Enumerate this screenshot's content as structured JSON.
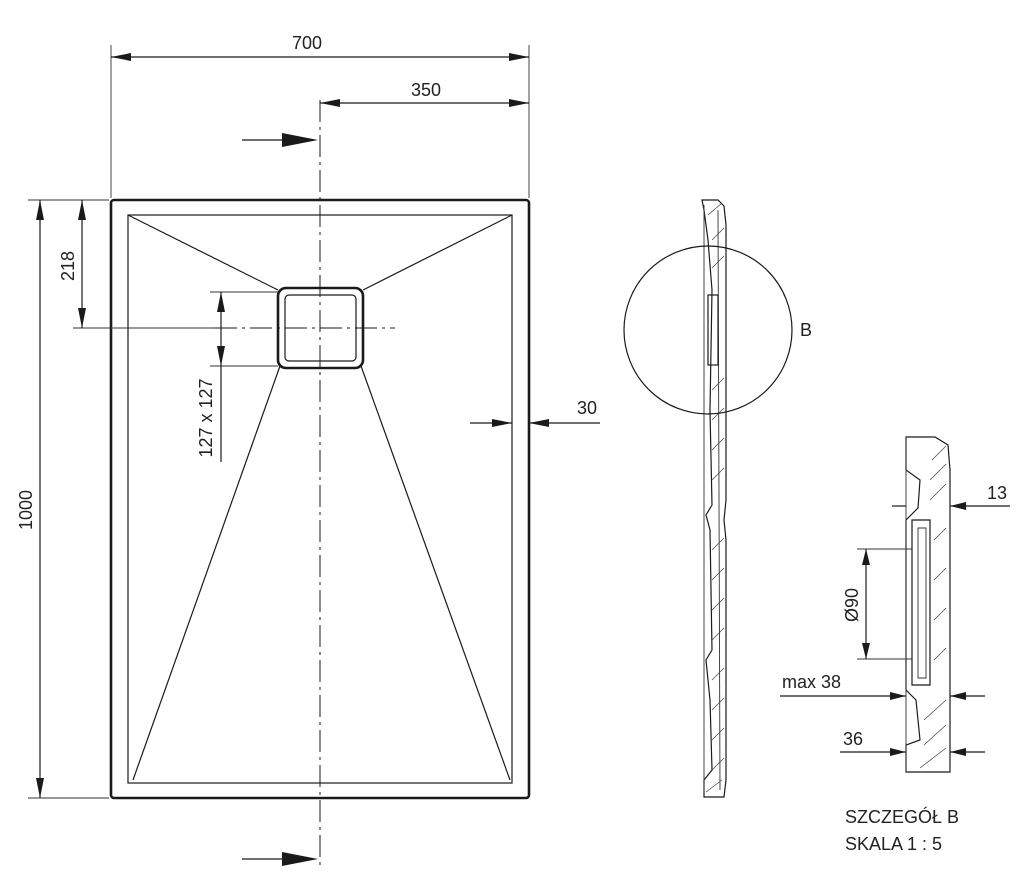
{
  "dimensions": {
    "overall_width": "700",
    "half_width": "350",
    "overall_length": "1000",
    "drain_offset": "218",
    "drain_size": "127 x 127",
    "rim_width": "30",
    "detail_label": "B",
    "detail_13": "13",
    "detail_diameter": "Ø90",
    "detail_max38": "max 38",
    "detail_36": "36"
  },
  "caption": {
    "line1": "SZCZEGÓŁ B",
    "line2": "SKALA 1 : 5"
  }
}
